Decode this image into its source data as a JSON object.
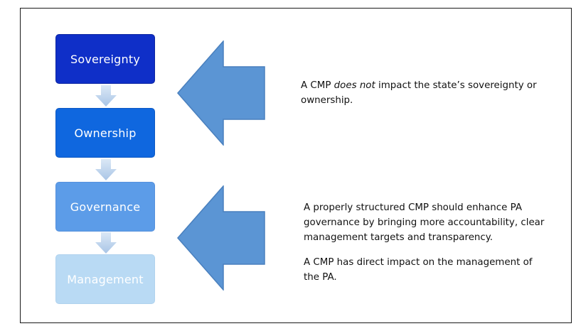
{
  "flow": {
    "steps": [
      {
        "label": "Sovereignty"
      },
      {
        "label": "Ownership"
      },
      {
        "label": "Governance"
      },
      {
        "label": "Management"
      }
    ]
  },
  "notes": {
    "note1_part1": "A CMP ",
    "note1_emph": "does not",
    "note1_part2": " impact the state’s sovereignty or ownership.",
    "note2": "A properly structured CMP should enhance PA governance by bringing more accountability, clear management targets and transparency.",
    "note3": "A CMP has direct impact on the management of the PA."
  },
  "colors": {
    "sovereignty": "#0f2fc8",
    "ownership": "#0f67df",
    "governance": "#5c9ce8",
    "management": "#b9daf4",
    "big_arrow": "#5b95d4",
    "small_arrow": "#bdd5ee"
  }
}
